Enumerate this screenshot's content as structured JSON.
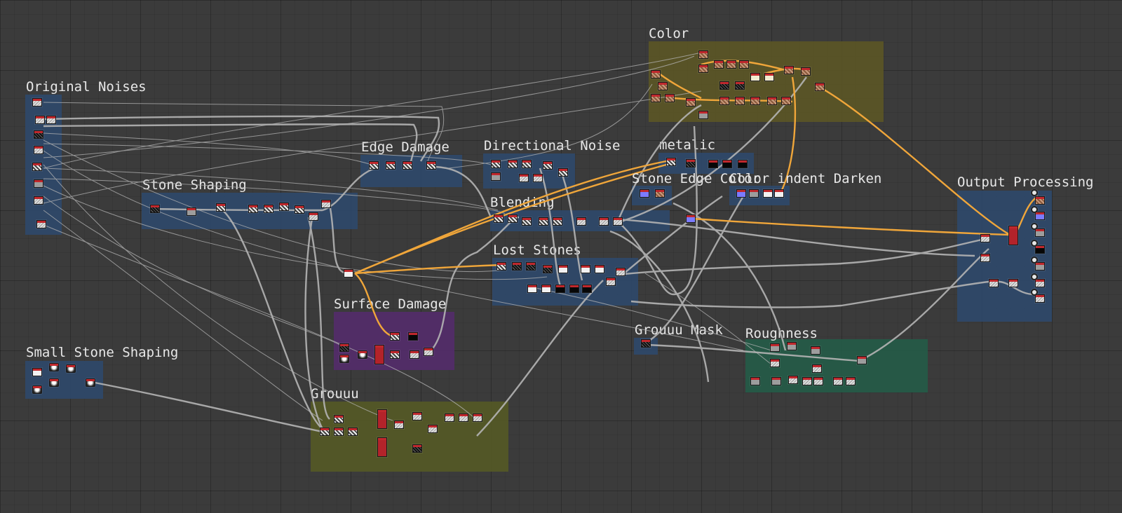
{
  "frames": {
    "original_noises": "Original Noises",
    "small_stone_shaping": "Small Stone Shaping",
    "stone_shaping": "Stone Shaping",
    "edge_damage": "Edge Damage",
    "directional_noise": "Directional Noise",
    "metalic": "metalic",
    "color": "Color",
    "stone_edge_color": "Stone Edge Color",
    "indent_darken": "Color indent Darken",
    "blending": "Blending",
    "lost_stones": "Lost Stones",
    "surface_damage": "Surface Damage",
    "grouuu": "Grouuu",
    "grouuu_mask": "Grouuu Mask",
    "roughness": "Roughness",
    "output_processing": "Output Processing"
  },
  "colors": {
    "canvas": "#3b3b3b",
    "frame_blue": "#2e4a6e",
    "frame_purple": "#542c6c",
    "frame_olive": "#555a26",
    "frame_color": "#5c5724",
    "frame_green": "#255c48",
    "wire_gray": "#b4b4b4",
    "wire_orange": "#f0a63a"
  }
}
